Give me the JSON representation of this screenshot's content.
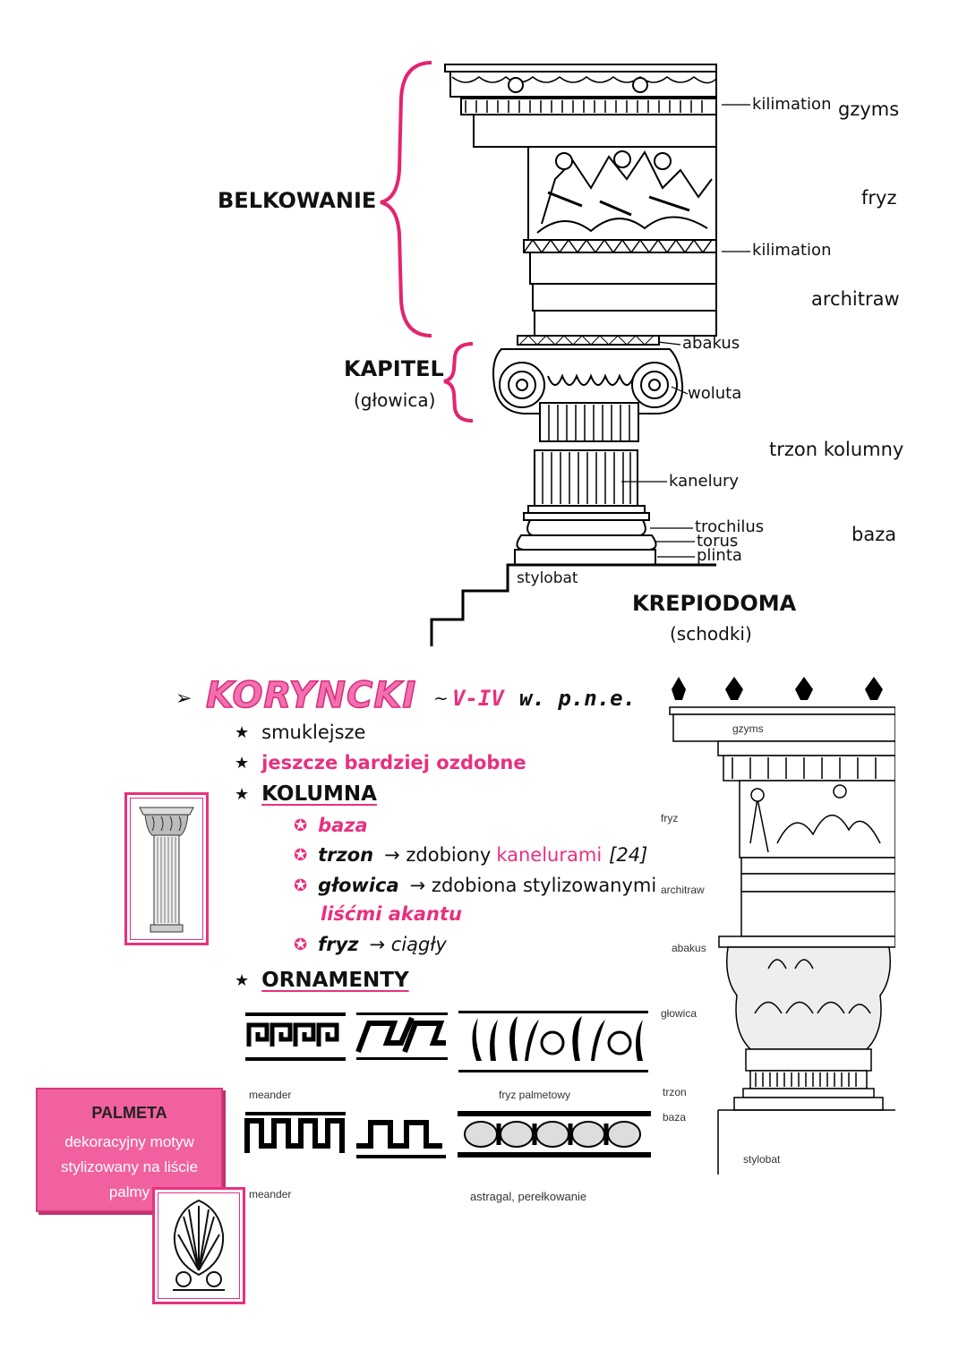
{
  "ionic": {
    "groups": {
      "belkowanie": "BELKOWANIE",
      "kapitel": "KAPITEL",
      "kapitel_sub": "(głowica)",
      "krepiodoma": "KREPIODOMA",
      "krepiodoma_sub": "(schodki)"
    },
    "labels": {
      "kilimation_top": "kilimation",
      "gzyms": "gzyms",
      "fryz": "fryz",
      "kilimation_mid": "kilimation",
      "architraw": "architraw",
      "abakus": "abakus",
      "woluta": "woluta",
      "trzon": "trzon kolumny",
      "kanelury": "kanelury",
      "trochilus": "trochilus",
      "torus": "torus",
      "plinta": "plinta",
      "baza": "baza",
      "stylobat": "stylobat"
    }
  },
  "corinthian": {
    "bullet": "➢",
    "title": "KORYNCKI",
    "tilde": "~",
    "era_pink": "V-IV",
    "era_black": "w. p.n.e.",
    "items": {
      "smuklejsze": "smuklejsze",
      "ozdobne": "jeszcze bardziej ozdobne",
      "kolumna": "KOLUMNA",
      "ornamenty": "ORNAMENTY"
    },
    "sub": {
      "baza": "baza",
      "trzon": "trzon",
      "trzon_rest_a": "→ zdobiony",
      "trzon_pink": "kanelurami",
      "trzon_rest_b": "[24]",
      "glowica": "głowica",
      "glowica_rest": "→ zdobiona stylizowanymi",
      "glowica_pink": "liśćmi akantu",
      "fryz": "fryz",
      "fryz_rest": "→ ciągły"
    },
    "ornament_captions": {
      "meander1": "meander",
      "palmetowy": "fryz palmetowy",
      "meander2": "meander",
      "astragal": "astragal, perełkowanie"
    },
    "diagram_labels": {
      "gzyms": "gzyms",
      "fryz": "fryz",
      "architraw": "architraw",
      "abakus": "abakus",
      "glowica": "głowica",
      "trzon": "trzon",
      "baza": "baza",
      "stylobat": "stylobat"
    }
  },
  "palmeta": {
    "title": "PALMETA",
    "desc": "dekoracyjny motyw stylizowany na liście palmy"
  },
  "colors": {
    "accent": "#e8307f",
    "accent_light": "#f2619f"
  }
}
